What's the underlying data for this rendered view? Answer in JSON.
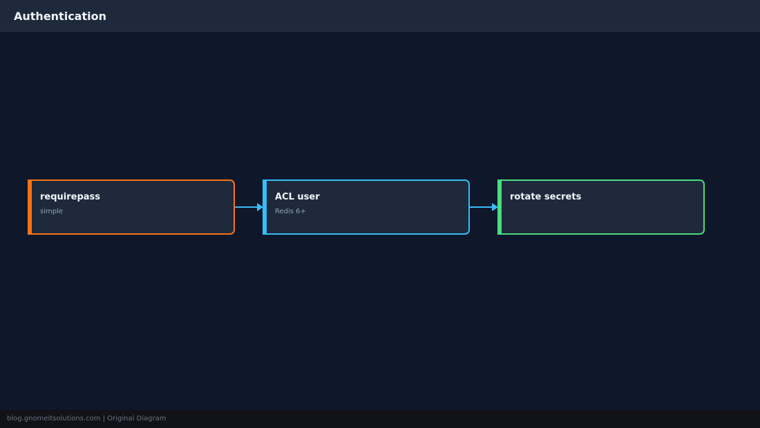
{
  "header": {
    "title": "Authentication"
  },
  "diagram": {
    "nodes": [
      {
        "id": "requirepass",
        "title": "requirepass",
        "subtitle": "simple",
        "color": "#f97316"
      },
      {
        "id": "acl-user",
        "title": "ACL user",
        "subtitle": "Redis 6+",
        "color": "#38bdf8"
      },
      {
        "id": "rotate-secrets",
        "title": "rotate secrets",
        "subtitle": "",
        "color": "#4ade80"
      }
    ],
    "edges": [
      {
        "from": "requirepass",
        "to": "acl-user"
      },
      {
        "from": "acl-user",
        "to": "rotate-secrets"
      }
    ],
    "edge_color": "#38bdf8"
  },
  "footer": {
    "text": "blog.gnomeitsolutions.com | Original Diagram"
  }
}
